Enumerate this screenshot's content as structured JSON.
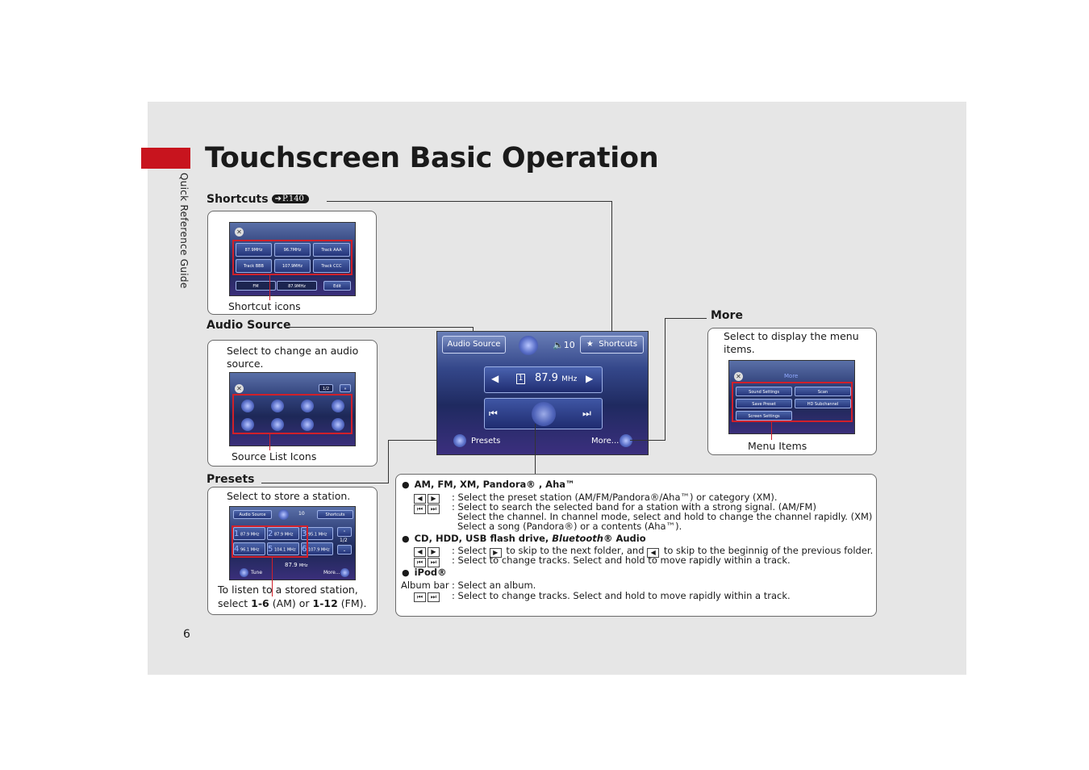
{
  "page": {
    "title": "Touchscreen Basic Operation",
    "side_tab": "Quick Reference Guide",
    "page_number": "6"
  },
  "shortcuts": {
    "heading": "Shortcuts",
    "ref": "P.140",
    "callout": "Shortcut icons",
    "tiles": [
      "87.9MHz",
      "96.7MHz",
      "Track AAA",
      "Track BBB",
      "107.9MHz",
      "Track CCC"
    ],
    "bar": [
      "FM",
      "87.9MHz",
      "Edit"
    ]
  },
  "audio_source": {
    "heading": "Audio Source",
    "description_1": "Select to change an audio",
    "description_2": "source.",
    "callout": "Source List Icons",
    "page_indicator": "1/2"
  },
  "presets": {
    "heading": "Presets",
    "description": "Select to store a station.",
    "callout_1": "To listen to a stored station,",
    "callout_2_pre": "select ",
    "callout_2_b1": "1-6",
    "callout_2_mid": " (AM) or ",
    "callout_2_b2": "1-12",
    "callout_2_post": " (FM).",
    "top_audio": "Audio Source",
    "top_shortcuts": "Shortcuts",
    "top_volume": "10",
    "freq": "87.9",
    "freq_unit": "MHz",
    "page_indicator": "1/2",
    "bottom_left": "Tune",
    "bottom_right": "More...",
    "presets": [
      {
        "num": "1",
        "freq": "87.9 MHz"
      },
      {
        "num": "2",
        "freq": "87.9 MHz"
      },
      {
        "num": "3",
        "freq": "95.1 MHz"
      },
      {
        "num": "4",
        "freq": "96.1 MHz"
      },
      {
        "num": "5",
        "freq": "104.1 MHz"
      },
      {
        "num": "6",
        "freq": "107.9 MHz"
      }
    ]
  },
  "more": {
    "heading": "More",
    "description_1": "Select to display the menu",
    "description_2": "items.",
    "callout": "Menu Items",
    "menu_title": "More",
    "items": [
      "Sound Settings",
      "Scan",
      "Save Preset",
      "HD Subchannel",
      "Screen Settings"
    ]
  },
  "main_screen": {
    "audio_source_btn": "Audio Source",
    "shortcuts_btn": "Shortcuts",
    "volume": "10",
    "preset_num": "1",
    "freq": "87.9",
    "freq_unit": "MHz",
    "presets_label": "Presets",
    "more_label": "More..."
  },
  "info": {
    "s1_title": "AM, FM, XM, Pandora® , Aha™",
    "s1_l1": ": Select the preset station (AM/FM/Pandora®/Aha™) or category (XM).",
    "s1_l2": ": Select to search the selected band for a station with a strong signal. (AM/FM)",
    "s1_l3": "Select the channel. In channel mode, select and hold to change the channel rapidly. (XM)",
    "s1_l4": "Select a song (Pandora®) or a contents (Aha™).",
    "s2_title_a": "CD, HDD, USB flash drive, ",
    "s2_title_b": "Bluetooth®",
    "s2_title_c": " Audio",
    "s2_l1a": ": Select",
    "s2_l1b": "to skip to the next folder, and",
    "s2_l1c": "to skip to the beginnig of the previous folder.",
    "s2_l2": ": Select to change tracks. Select and hold to move rapidly within a track.",
    "s3_title": "iPod®",
    "s3_album": "Album bar",
    "s3_l1": ": Select an album.",
    "s3_l2": ": Select to change tracks. Select and hold to move rapidly within a track."
  },
  "colors": {
    "accent_red": "#c8141e",
    "page_bg": "#e6e6e6",
    "highlight_red": "#d0202a"
  }
}
